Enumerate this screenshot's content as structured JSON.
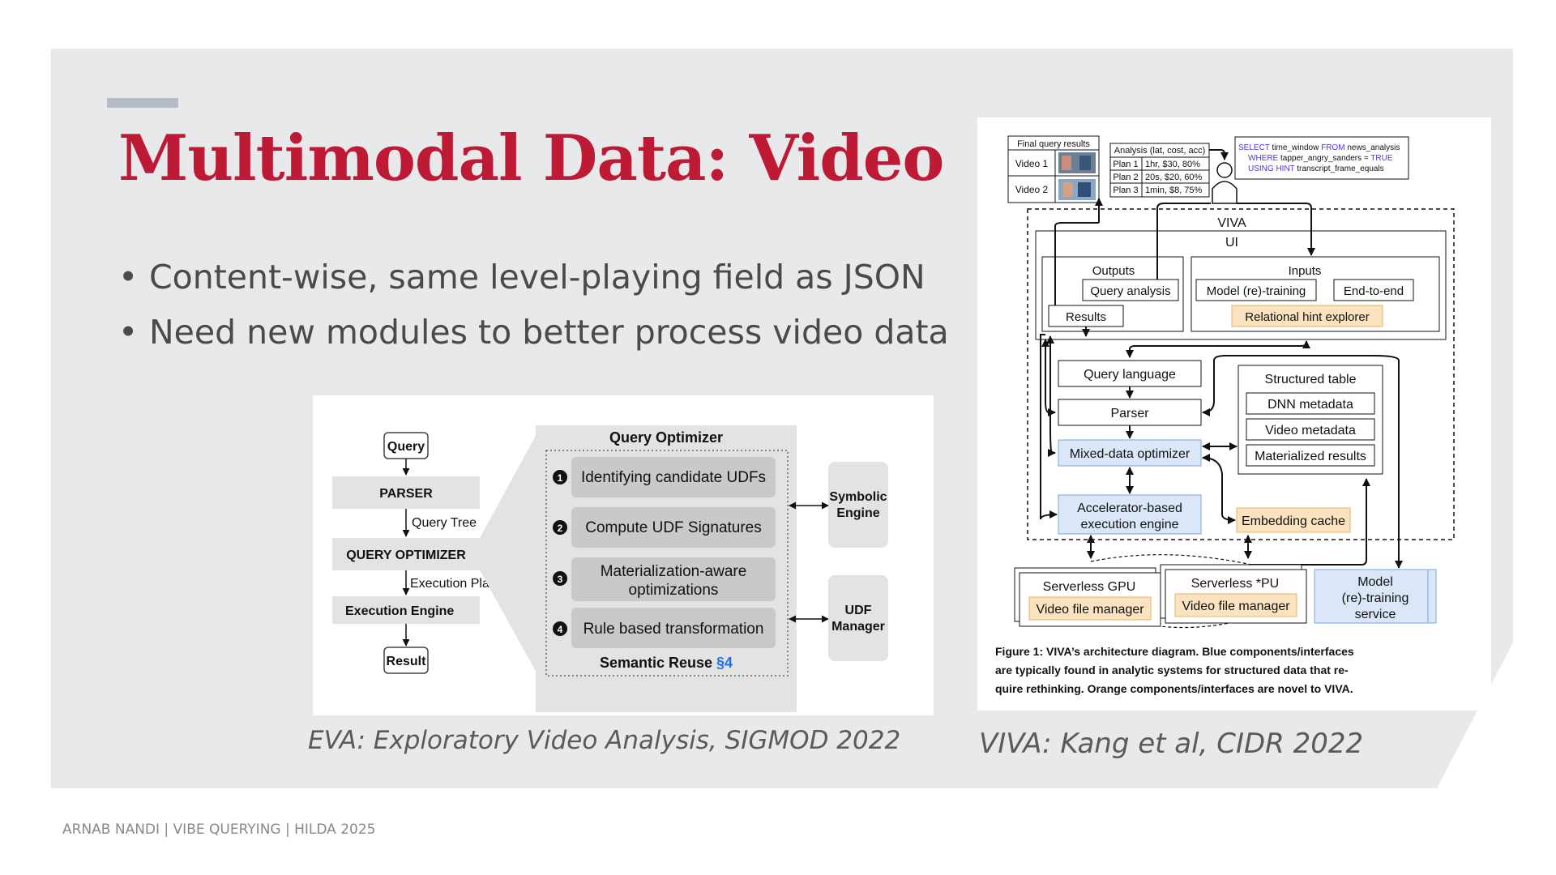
{
  "slide": {
    "title": "Multimodal Data: Video",
    "bullets": [
      "Content-wise, same level-playing field as JSON",
      "Need new modules to better process video data"
    ],
    "caption_left": "EVA: Exploratory Video Analysis, SIGMOD 2022",
    "caption_right": "VIVA: Kang et al, CIDR 2022",
    "footer": "ARNAB NANDI | VIBE QUERYING | HILDA 2025",
    "bullet_glyph": "•"
  },
  "eva": {
    "query": "Query",
    "parser": "PARSER",
    "query_tree": "Query Tree",
    "query_optimizer": "QUERY OPTIMIZER",
    "execution_plan": "Execution Plan",
    "execution_engine": "Execution Engine",
    "result": "Result",
    "panel_title": "Query Optimizer",
    "steps": [
      {
        "num": "1",
        "line1": "Identifying candidate UDFs",
        "line2": ""
      },
      {
        "num": "2",
        "line1": "Compute UDF Signatures",
        "line2": ""
      },
      {
        "num": "3",
        "line1": "Materialization-aware",
        "line2": "optimizations"
      },
      {
        "num": "4",
        "line1": "Rule based transformation",
        "line2": ""
      }
    ],
    "semantic_reuse": "Semantic Reuse",
    "section_ref": "§4",
    "symbolic_1": "Symbolic",
    "symbolic_2": "Engine",
    "udf_1": "UDF",
    "udf_2": "Manager"
  },
  "viva": {
    "final_results": "Final query results",
    "video1": "Video 1",
    "video2": "Video 2",
    "analysis_header": "Analysis (lat, cost, acc)",
    "plans": [
      {
        "name": "Plan 1",
        "value": "1hr, $30, 80%"
      },
      {
        "name": "Plan 2",
        "value": "20s, $20, 60%"
      },
      {
        "name": "Plan 3",
        "value": "1min, $8, 75%"
      }
    ],
    "sql": {
      "kw1": "SELECT",
      "t1": " time_window ",
      "kw2": "FROM",
      "t2": " news_analysis",
      "kw3": "WHERE",
      "t3": " tapper_angry_sanders = ",
      "kw4": "TRUE",
      "kw5": "USING HINT",
      "t5": " transcript_frame_equals"
    },
    "viva_label": "VIVA",
    "ui_label": "UI",
    "outputs": "Outputs",
    "query_analysis": "Query analysis",
    "results": "Results",
    "inputs": "Inputs",
    "model_retraining": "Model (re)-training",
    "end_to_end": "End-to-end",
    "relational_hint": "Relational hint explorer",
    "query_language": "Query language",
    "parser": "Parser",
    "mixed_optimizer": "Mixed-data optimizer",
    "accel_1": "Accelerator-based",
    "accel_2": "execution engine",
    "structured_table": "Structured table",
    "dnn_metadata": "DNN metadata",
    "video_metadata": "Video metadata",
    "materialized": "Materialized results",
    "embedding_cache": "Embedding cache",
    "serverless_gpu": "Serverless GPU",
    "serverless_pu": "Serverless *PU",
    "video_file_manager": "Video file manager",
    "model_1": "Model",
    "model_2": "(re)-training",
    "model_3": "service",
    "fig_1": "Figure 1: VIVA’s architecture diagram. Blue components/interfaces",
    "fig_2": "are typically found in analytic systems for structured data that re-",
    "fig_3": "quire rethinking. Orange components/interfaces are novel to VIVA."
  },
  "colors": {
    "title_red": "#be1a36",
    "slide_bg": "#e8e9eb",
    "accent_blue": "#dbe7f8",
    "accent_orange": "#fbe3bf",
    "link_blue": "#1a73e8"
  }
}
